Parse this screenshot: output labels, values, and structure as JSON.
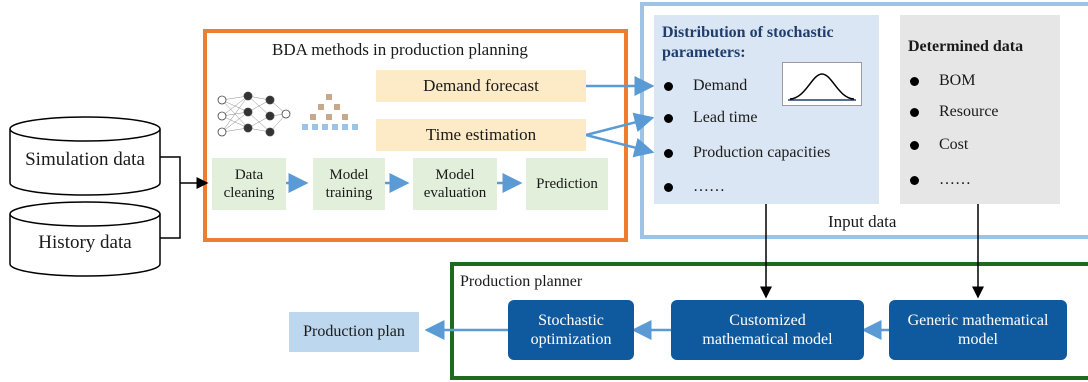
{
  "bda": {
    "title": "BDA methods in production planning",
    "demand_forecast": "Demand forecast",
    "time_estimation": "Time estimation",
    "steps": [
      "Data cleaning",
      "Model training",
      "Model evaluation",
      "Prediction"
    ]
  },
  "sources": [
    "Simulation data",
    "History data"
  ],
  "input": {
    "label": "Input data",
    "stochastic": {
      "title": "Distribution of stochastic parameters:",
      "items": [
        "Demand",
        "Lead time",
        "Production capacities",
        "……"
      ]
    },
    "determined": {
      "title": "Determined data",
      "items": [
        "BOM",
        "Resource",
        "Cost",
        "……"
      ]
    }
  },
  "planner": {
    "label": "Production planner",
    "stochastic_optimization": "Stochastic optimization",
    "customized_model": "Customized mathematical model",
    "generic_model": "Generic mathematical model"
  },
  "production_plan": "Production plan",
  "colors": {
    "orange_frame": "#ed7d31",
    "blue_frame": "#9dc3e6",
    "green_frame": "#1e6b1e",
    "arrow": "#5b9bd5",
    "dark_box": "#0f5a9e",
    "step_fill": "#e2efda",
    "forecast_fill": "#fdebc8"
  }
}
